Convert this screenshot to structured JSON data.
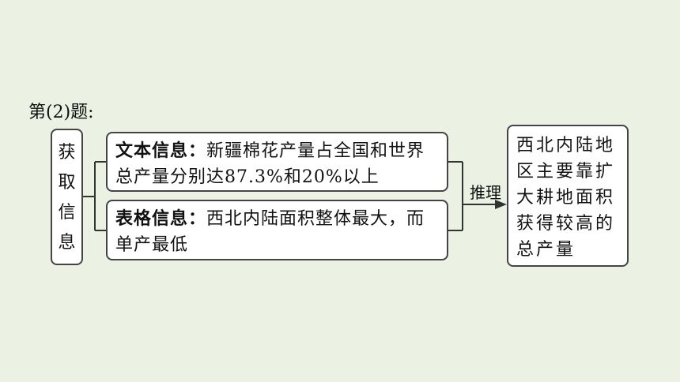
{
  "question_label": "第(2)题:",
  "left_box": {
    "chars": [
      "获",
      "取",
      "信",
      "息"
    ]
  },
  "text_info": {
    "label": "文本信息：",
    "text": "新疆棉花产量占全国和世界总产量分别达87.3%和20%以上"
  },
  "table_info": {
    "label": "表格信息：",
    "text": "西北内陆面积整体最大，而单产最低"
  },
  "inference_label": "推理",
  "conclusion": "西北内陆地区主要靠扩大耕地面积获得较高的总产量",
  "colors": {
    "background": "#ebf1e3",
    "box_fill": "#ffffff",
    "border": "#444444"
  }
}
